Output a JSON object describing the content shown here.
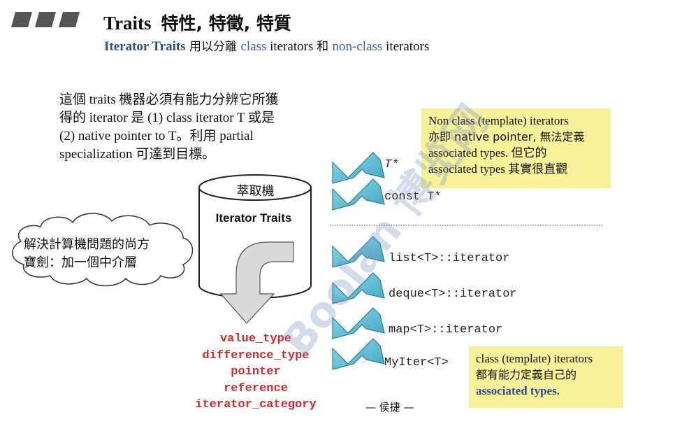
{
  "header": {
    "title": "Traits",
    "title_cjk": "特性, 特徵, 特質",
    "subtitle_parts": [
      {
        "text": "Iterator Traits",
        "style": "bold-blue"
      },
      {
        "text": " 用以分離 ",
        "style": "cjk"
      },
      {
        "text": "class",
        "style": "blue"
      },
      {
        "text": " iterators ",
        "style": "plain"
      },
      {
        "text": "和 ",
        "style": "cjk"
      },
      {
        "text": "non-class",
        "style": "blue"
      },
      {
        "text": " iterators",
        "style": "plain"
      }
    ]
  },
  "description": {
    "lines": [
      "這個 traits 機器必須有能力分辨它所獲",
      "得的 iterator 是 (1) class iterator T 或是",
      "(2) native pointer to T。利用 partial",
      "specialization 可達到目標。"
    ]
  },
  "note_top": {
    "lines": [
      "Non class (template) iterators",
      "亦即 native pointer, 無法定義",
      "associated types. 但它的",
      "associated types 其實很直觀"
    ]
  },
  "note_bottom": {
    "lines": [
      "class (template) iterators",
      "都有能力定義自己的",
      "associated types."
    ]
  },
  "cylinder": {
    "label_top": "萃取機",
    "label_main": "Iterator Traits"
  },
  "cloud": {
    "lines": [
      "解決計算機問題的尚方",
      "寶劍：加一個中介層"
    ]
  },
  "pointer_types": [
    "T*",
    "const T*"
  ],
  "class_types": [
    "list<T>::iterator",
    "deque<T>::iterator",
    "map<T>::iterator",
    "MyIter<T>"
  ],
  "associated_types": [
    "value_type",
    "difference_type",
    "pointer",
    "reference",
    "iterator_category"
  ],
  "author": "— 侯捷 —",
  "watermark": "Boolan 博览网",
  "colors": {
    "title_blue": "#2a4e8f",
    "accent_blue": "#2f62b8",
    "red_types": "#d42a2a",
    "note_yellow": "#f7f19a",
    "arrow_cyan": "#5fc0d6"
  }
}
